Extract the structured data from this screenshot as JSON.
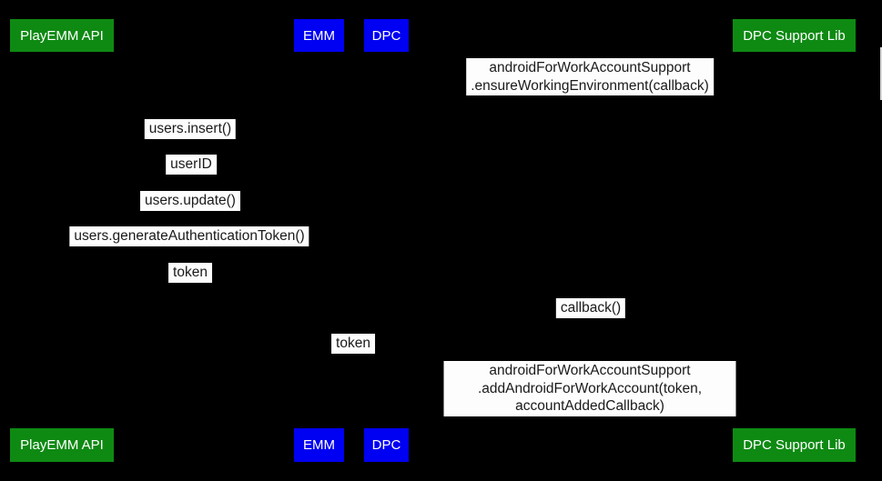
{
  "diagram": {
    "type": "sequence-diagram",
    "colors": {
      "background": "#000000",
      "actor_green": "#0e8a12",
      "actor_blue": "#0000f2",
      "message_background": "#fdfdfd",
      "message_text": "#1a1a1a",
      "actor_text": "#ffffff"
    },
    "actors": [
      {
        "name": "PlayEMM API",
        "color": "#0e8a12"
      },
      {
        "name": "EMM",
        "color": "#0000f2"
      },
      {
        "name": "DPC",
        "color": "#0000f2"
      },
      {
        "name": "DPC Support Lib",
        "color": "#0e8a12"
      }
    ],
    "messages": [
      {
        "label": "androidForWorkAccountSupport\n.ensureWorkingEnvironment(callback)"
      },
      {
        "label": "users.insert()"
      },
      {
        "label": "userID"
      },
      {
        "label": "users.update()"
      },
      {
        "label": "users.generateAuthenticationToken()"
      },
      {
        "label": "token"
      },
      {
        "label": "callback()"
      },
      {
        "label": "token"
      },
      {
        "label": "androidForWorkAccountSupport\n.addAndroidForWorkAccount(token, accountAddedCallback)"
      }
    ]
  }
}
